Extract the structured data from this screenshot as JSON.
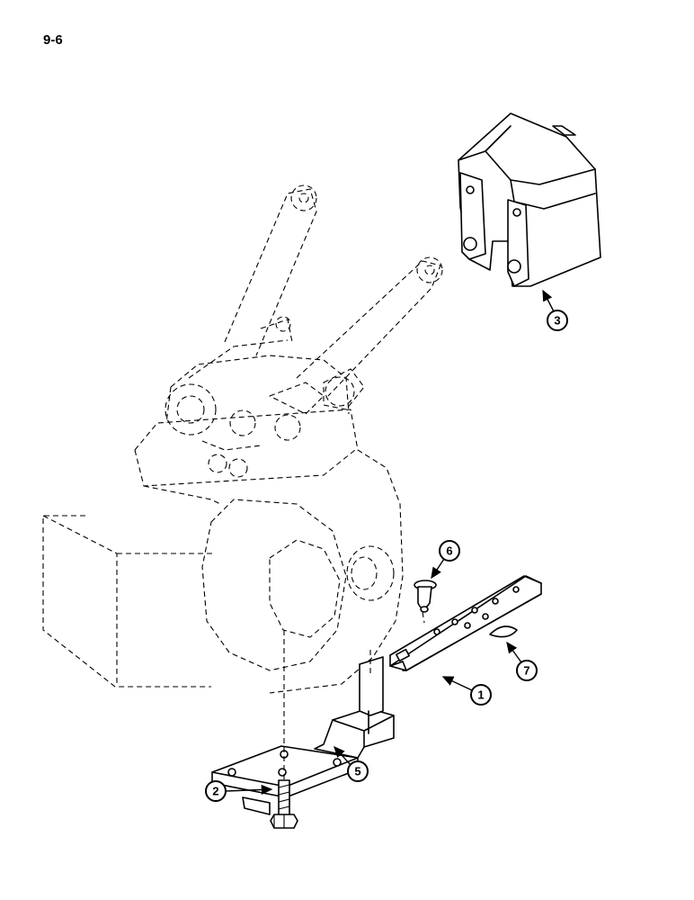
{
  "page_number": "9-6",
  "callouts": [
    "1",
    "2",
    "3",
    "5",
    "6",
    "7"
  ]
}
